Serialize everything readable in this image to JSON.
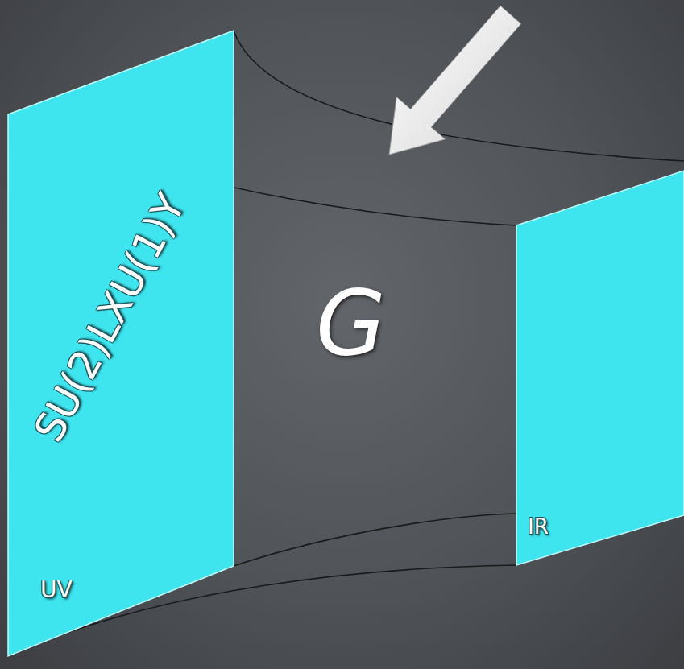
{
  "diagram": {
    "nodes": [
      {
        "text": [
          "SU(2)LXU(1)Y",
          "UV"
        ]
      },
      {
        "text": [
          "IR"
        ]
      }
    ],
    "labels": [
      "G"
    ]
  }
}
